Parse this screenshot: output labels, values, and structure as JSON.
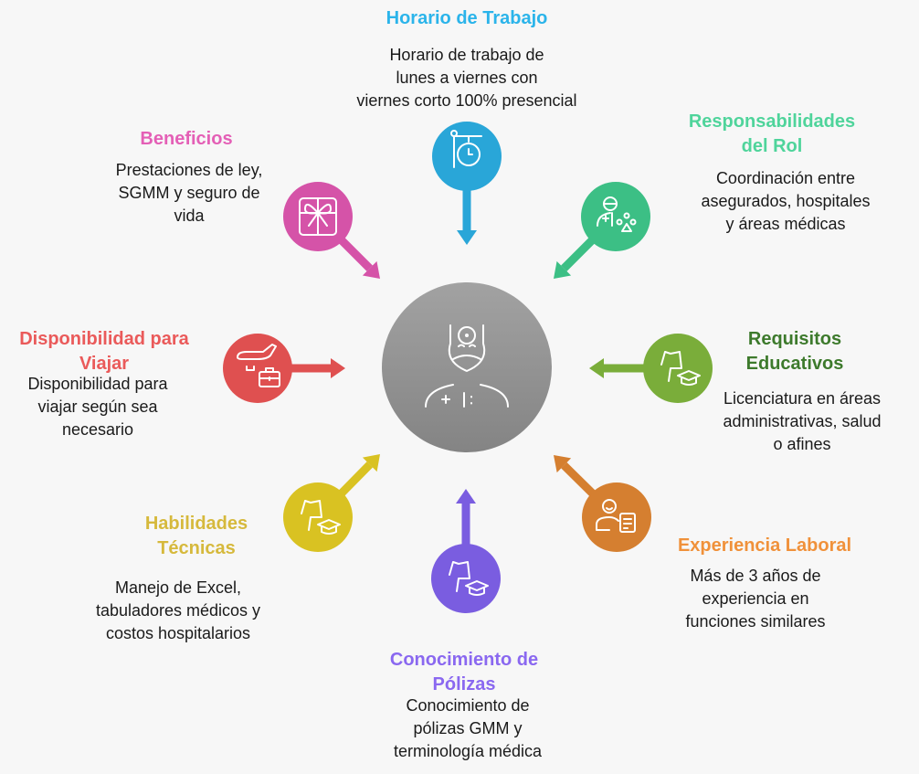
{
  "center": {
    "icon": "doctor-icon",
    "color": "#8f8f8f"
  },
  "nodes": [
    {
      "id": "horario",
      "title": "Horario de Trabajo",
      "desc": "Horario de trabajo de\nlunes a viernes con\nviernes corto 100% presencial",
      "color": "#29a6d8",
      "title_color": "#2bb4ea",
      "icon": "clock-sign-icon"
    },
    {
      "id": "responsabilidades",
      "title": "Responsabilidades\ndel Rol",
      "desc": "Coordinación entre\nasegurados, hospitales\ny áreas médicas",
      "color": "#3cbf85",
      "title_color": "#4fd49b",
      "icon": "medic-coordination-icon"
    },
    {
      "id": "requisitos",
      "title": "Requisitos\nEducativos",
      "desc": "Licenciatura en áreas\nadministrativas, salud\no afines",
      "color": "#7aad3a",
      "title_color": "#3d7a2c",
      "icon": "graduation-icon"
    },
    {
      "id": "experiencia",
      "title": "Experiencia Laboral",
      "desc": "Más de 3 años de\nexperiencia en\nfunciones similares",
      "color": "#d57f30",
      "title_color": "#f0913a",
      "icon": "resume-icon"
    },
    {
      "id": "conocimiento",
      "title": "Conocimiento de\nPólizas",
      "desc": "Conocimiento de\npólizas GMM y\nterminología médica",
      "color": "#7a5de0",
      "title_color": "#8a68f0",
      "icon": "graduation-icon"
    },
    {
      "id": "habilidades",
      "title": "Habilidades\nTécnicas",
      "desc": "Manejo de Excel,\ntabuladores médicos y\ncostos hospitalarios",
      "color": "#d9c222",
      "title_color": "#d6b93c",
      "icon": "graduation-icon"
    },
    {
      "id": "disponibilidad",
      "title": "Disponibilidad para\nViajar",
      "desc": "Disponibilidad para\nviajar según sea\nnecesario",
      "color": "#df5050",
      "title_color": "#ea5a5a",
      "icon": "plane-briefcase-icon"
    },
    {
      "id": "beneficios",
      "title": "Beneficios",
      "desc": "Prestaciones de ley,\nSGMM y seguro de\nvida",
      "color": "#d553a8",
      "title_color": "#e45fb6",
      "icon": "gift-icon"
    }
  ]
}
